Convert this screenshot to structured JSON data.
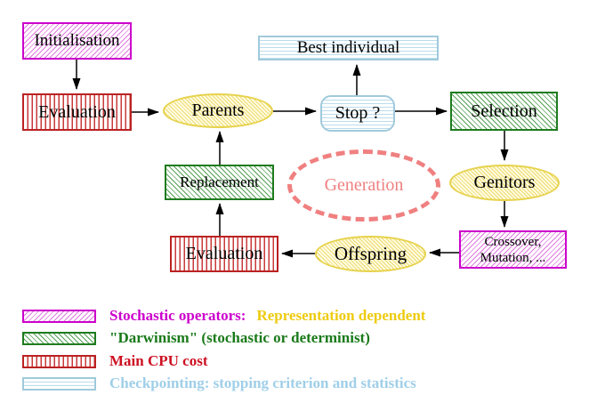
{
  "diagram": {
    "nodes": {
      "initialisation": {
        "label": "Initialisation"
      },
      "evaluation_top": {
        "label": "Evaluation"
      },
      "parents": {
        "label": "Parents"
      },
      "best_individual": {
        "label": "Best individual"
      },
      "stop": {
        "label": "Stop ?"
      },
      "selection": {
        "label": "Selection"
      },
      "genitors": {
        "label": "Genitors"
      },
      "generation": {
        "label": "Generation"
      },
      "replacement": {
        "label": "Replacement"
      },
      "evaluation_bottom": {
        "label": "Evaluation"
      },
      "offspring": {
        "label": "Offspring"
      },
      "crossover": {
        "label_line1": "Crossover,",
        "label_line2": "Mutation, ..."
      }
    },
    "edges": [
      {
        "from": "Initialisation",
        "to": "Evaluation"
      },
      {
        "from": "Evaluation",
        "to": "Parents"
      },
      {
        "from": "Parents",
        "to": "Stop ?"
      },
      {
        "from": "Stop ?",
        "to": "Best individual"
      },
      {
        "from": "Stop ?",
        "to": "Selection"
      },
      {
        "from": "Selection",
        "to": "Genitors"
      },
      {
        "from": "Genitors",
        "to": "Crossover, Mutation, ..."
      },
      {
        "from": "Crossover, Mutation, ...",
        "to": "Offspring"
      },
      {
        "from": "Offspring",
        "to": "Evaluation"
      },
      {
        "from": "Evaluation",
        "to": "Replacement"
      },
      {
        "from": "Replacement",
        "to": "Parents"
      }
    ]
  },
  "legend": {
    "rows": [
      {
        "swatch": "magenta-diagonal-hatch",
        "label": "Stochastic operators:",
        "label2": "Representation dependent"
      },
      {
        "swatch": "green-diagonal-hatch",
        "label": "\"Darwinism\" (stochastic or determinist)"
      },
      {
        "swatch": "red-vertical-stripes",
        "label": "Main CPU cost"
      },
      {
        "swatch": "cyan-horizontal-stripes",
        "label": "Checkpointing: stopping criterion and statistics"
      }
    ]
  },
  "colors": {
    "stochastic_magenta": "#cc00cc",
    "darwinism_green": "#1e7b1e",
    "cpu_red": "#bb2222",
    "checkpoint_blue": "#9fcfe8",
    "operator_yellow": "#e6d24b",
    "generation_coral": "#f08080",
    "representation_gold": "#eecb10"
  }
}
